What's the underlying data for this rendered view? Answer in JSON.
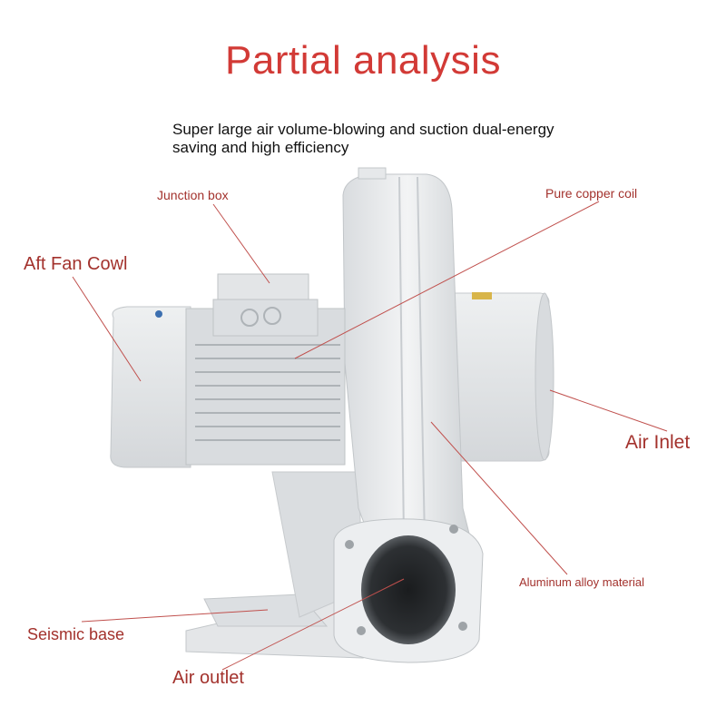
{
  "title": "Partial analysis",
  "subtitle": "Super large air volume-blowing and suction dual-energy saving and high efficiency",
  "labels": {
    "junction_box": "Junction box",
    "pure_copper_coil": "Pure copper coil",
    "aft_fan_cowl": "Aft Fan Cowl",
    "air_inlet": "Air Inlet",
    "aluminum_alloy": "Aluminum alloy material",
    "seismic_base": "Seismic base",
    "air_outlet": "Air outlet"
  },
  "colors": {
    "title": "#d23a36",
    "label": "#a3322d",
    "leader_line": "#c0504d",
    "body": "#e8eaec"
  }
}
